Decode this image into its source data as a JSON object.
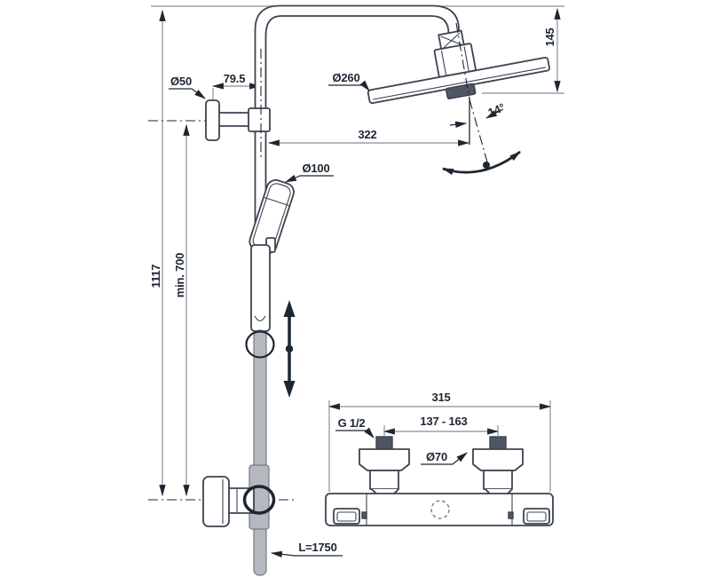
{
  "drawing": {
    "title": "shower-system-dimensional-drawing",
    "labels": {
      "dia50": "Ø50",
      "dim79_5": "79.5",
      "dia260": "Ø260",
      "dim145": "145",
      "dim322": "322",
      "angle14": "14°",
      "dia100": "Ø100",
      "dim1117": "1117",
      "dimMin700": "min. 700",
      "dim315": "315",
      "g_half": "G 1/2",
      "dim137_163": "137 - 163",
      "dia70": "Ø70",
      "hoseLength": "L=1750"
    },
    "colors": {
      "line": "#3c4350",
      "dim": "#9aa1a9",
      "accent": "#1e2631",
      "fillDark": "#4e5663",
      "fillGray": "#b5b9bf"
    }
  }
}
